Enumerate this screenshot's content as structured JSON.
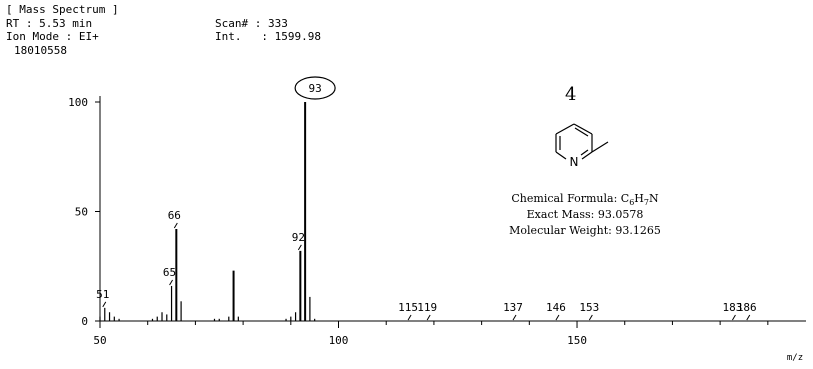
{
  "header": {
    "title": "[ Mass Spectrum ]",
    "rt": "RT : 5.53 min",
    "scan": "Scan# : 333",
    "ion_mode": "Ion Mode : EI+",
    "int": "Int.   : 1599.98",
    "max_intensity": "18010558"
  },
  "compound": {
    "number": "4",
    "formula_label": "Chemical Formula: ",
    "formula_c": "C",
    "formula_c_sub": "6",
    "formula_h": "H",
    "formula_h_sub": "7",
    "formula_n": "N",
    "exact_mass": "Exact Mass: 93.0578",
    "molecular_weight": "Molecular Weight: 93.1265",
    "atom_label": "N"
  },
  "chart_data": {
    "type": "bar",
    "xlabel": "m/z",
    "xlim": [
      50,
      198
    ],
    "ylim": [
      0,
      100
    ],
    "x_ticks": [
      50,
      100,
      150
    ],
    "y_ticks": [
      0,
      50,
      100
    ],
    "x_tick_labels": [
      "50",
      "100",
      "150"
    ],
    "y_tick_labels": [
      "0",
      "50",
      "100"
    ],
    "peaks": [
      {
        "mz": 50,
        "intensity": 2
      },
      {
        "mz": 51,
        "intensity": 6
      },
      {
        "mz": 52,
        "intensity": 4
      },
      {
        "mz": 53,
        "intensity": 2
      },
      {
        "mz": 54,
        "intensity": 1
      },
      {
        "mz": 61,
        "intensity": 1
      },
      {
        "mz": 62,
        "intensity": 2
      },
      {
        "mz": 63,
        "intensity": 4
      },
      {
        "mz": 64,
        "intensity": 3
      },
      {
        "mz": 65,
        "intensity": 16
      },
      {
        "mz": 66,
        "intensity": 42
      },
      {
        "mz": 67,
        "intensity": 9
      },
      {
        "mz": 74,
        "intensity": 1
      },
      {
        "mz": 75,
        "intensity": 1
      },
      {
        "mz": 77,
        "intensity": 2
      },
      {
        "mz": 78,
        "intensity": 23
      },
      {
        "mz": 79,
        "intensity": 2
      },
      {
        "mz": 89,
        "intensity": 1
      },
      {
        "mz": 90,
        "intensity": 2
      },
      {
        "mz": 91,
        "intensity": 4
      },
      {
        "mz": 92,
        "intensity": 32
      },
      {
        "mz": 93,
        "intensity": 100
      },
      {
        "mz": 94,
        "intensity": 11
      },
      {
        "mz": 95,
        "intensity": 1
      }
    ],
    "annotations": [
      {
        "mz": 51,
        "label": "51"
      },
      {
        "mz": 65,
        "label": "65"
      },
      {
        "mz": 66,
        "label": "66"
      },
      {
        "mz": 92,
        "label": "92"
      },
      {
        "mz": 93,
        "label": "93",
        "circled": true
      },
      {
        "mz": 115,
        "label": "115"
      },
      {
        "mz": 119,
        "label": "119"
      },
      {
        "mz": 137,
        "label": "137"
      },
      {
        "mz": 146,
        "label": "146"
      },
      {
        "mz": 153,
        "label": "153"
      },
      {
        "mz": 183,
        "label": "183"
      },
      {
        "mz": 186,
        "label": "186"
      }
    ]
  }
}
